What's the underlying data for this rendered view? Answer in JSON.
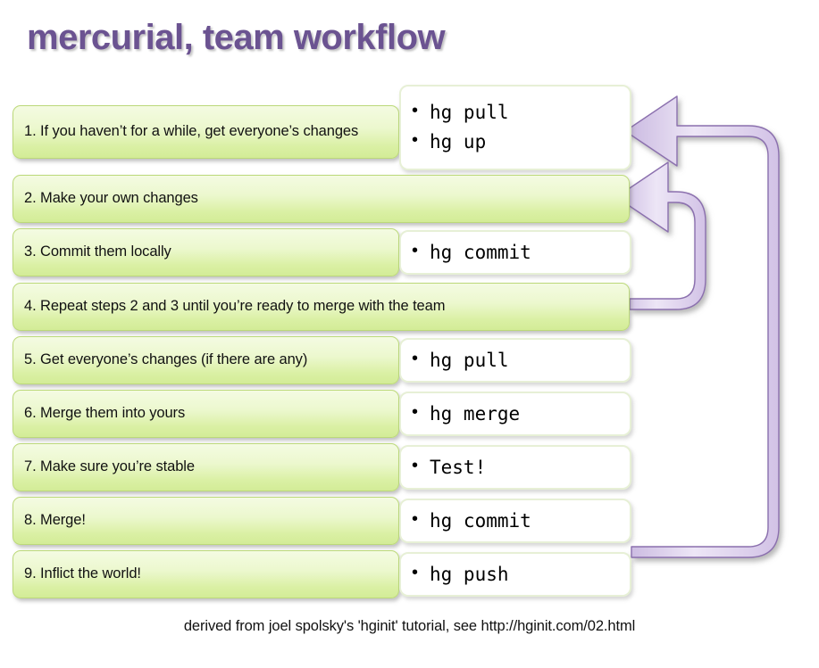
{
  "title": "mercurial, team workflow",
  "colors": {
    "title_purple": "#6B5391",
    "green_box_top": "#F4FBE2",
    "green_box_bottom": "#D3EC97",
    "green_border": "#BCD97A",
    "cmd_border": "#E7F0D6",
    "arrow_fill": "#DCCFEC",
    "arrow_stroke": "#8B6FAE",
    "background": "#FFFFFF"
  },
  "footer": "derived from joel spolsky's 'hginit' tutorial, see http://hginit.com/02.html",
  "steps": [
    {
      "id": 1,
      "text": "1. If you haven’t for a while, get everyone’s changes",
      "wide": false,
      "commands": [
        "hg pull",
        "hg up"
      ]
    },
    {
      "id": 2,
      "text": "2. Make your own changes",
      "wide": true,
      "commands": []
    },
    {
      "id": 3,
      "text": "3. Commit them locally",
      "wide": false,
      "commands": [
        "hg commit"
      ]
    },
    {
      "id": 4,
      "text": "4. Repeat steps 2 and 3 until you’re ready to merge with the team",
      "wide": true,
      "commands": []
    },
    {
      "id": 5,
      "text": "5. Get everyone’s changes (if there are any)",
      "wide": false,
      "commands": [
        "hg pull"
      ]
    },
    {
      "id": 6,
      "text": "6. Merge them into yours",
      "wide": false,
      "commands": [
        "hg merge"
      ]
    },
    {
      "id": 7,
      "text": "7. Make sure you’re stable",
      "wide": false,
      "commands": [
        "Test!"
      ]
    },
    {
      "id": 8,
      "text": "8. Merge!",
      "wide": false,
      "commands": [
        "hg commit"
      ]
    },
    {
      "id": 9,
      "text": "9. Inflict the world!",
      "wide": false,
      "commands": [
        "hg push"
      ]
    }
  ],
  "arrows": [
    {
      "name": "loop-back-to-step-1",
      "from_step": 9,
      "to_step": 1,
      "direction": "left"
    },
    {
      "name": "loop-back-to-step-2",
      "from_step": 4,
      "to_step": 2,
      "direction": "left"
    }
  ]
}
